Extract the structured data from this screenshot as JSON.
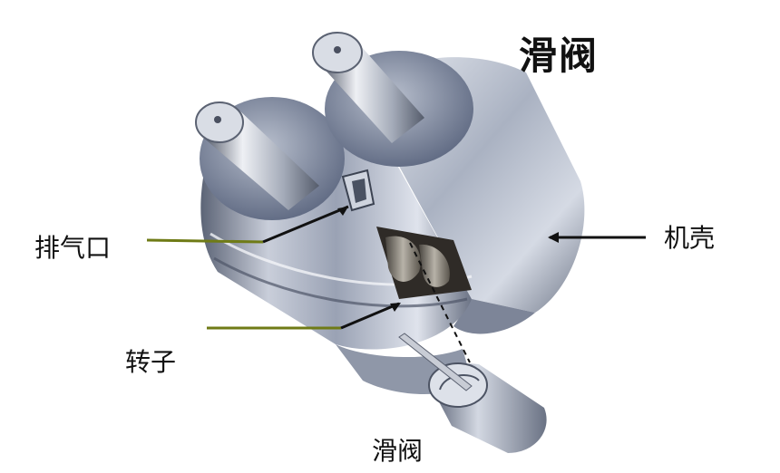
{
  "title": "滑阀",
  "labels": {
    "exhaust_port": "排气口",
    "casing": "机壳",
    "rotor": "转子",
    "slide_valve": "滑阀"
  },
  "colors": {
    "background": "#ffffff",
    "leader_line": "#6f7b16",
    "metal_dark": "#3a4150",
    "metal_mid": "#8a93a6",
    "metal_light": "#e6e9f0",
    "text": "#111111"
  }
}
